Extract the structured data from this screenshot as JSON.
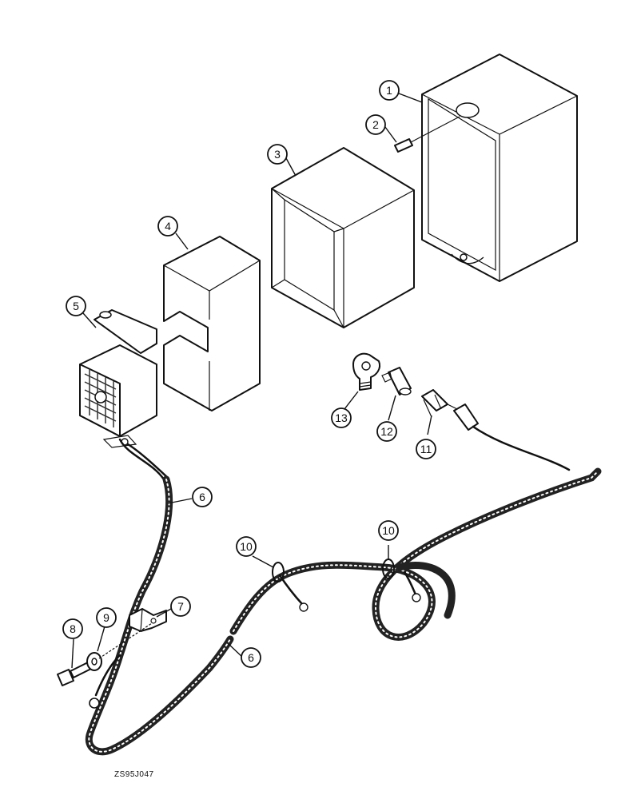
{
  "drawing_code": "ZS95J047",
  "callouts": {
    "c1": "1",
    "c2": "2",
    "c3": "3",
    "c4": "4",
    "c5": "5",
    "c6a": "6",
    "c6b": "6",
    "c7": "7",
    "c8": "8",
    "c9": "9",
    "c10a": "10",
    "c10b": "10",
    "c11": "11",
    "c12": "12",
    "c13": "13"
  }
}
